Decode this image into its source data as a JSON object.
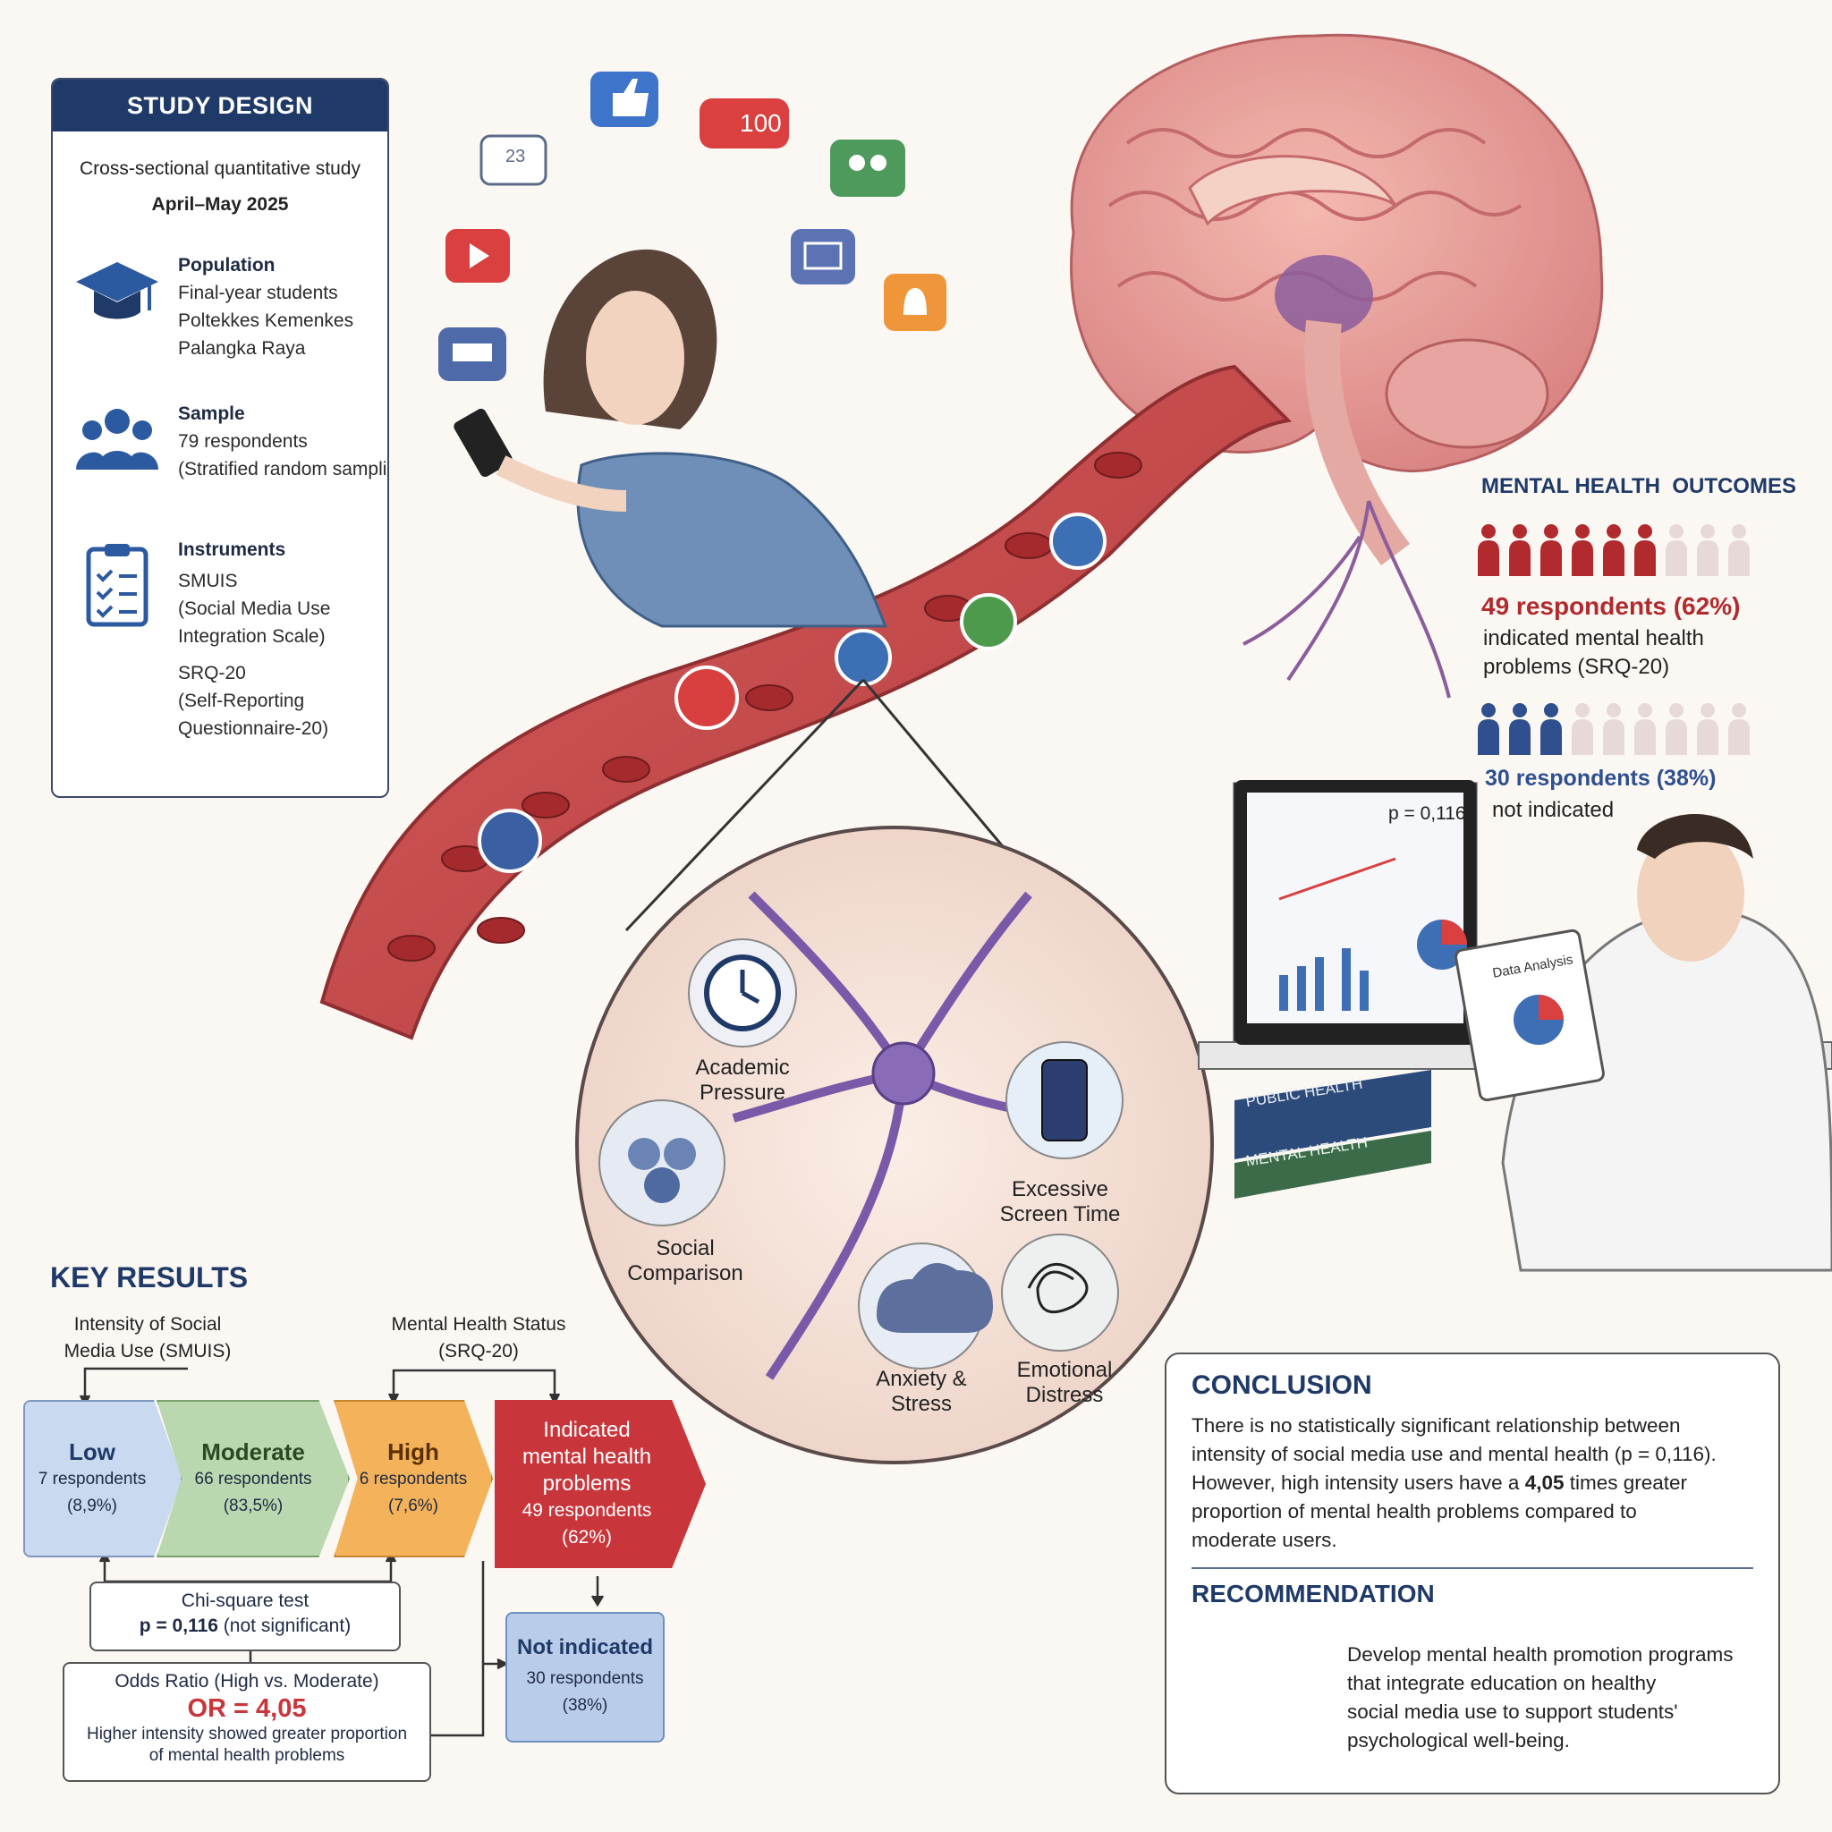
{
  "study_design": {
    "title": "STUDY DESIGN",
    "design_line1": "Cross-sectional quantitative study",
    "design_line2": "April–May 2025",
    "population": {
      "title": "Population",
      "lines": [
        "Final-year students",
        "Poltekkes Kemenkes",
        "Palangka Raya"
      ]
    },
    "sample": {
      "title": "Sample",
      "lines": [
        "79 respondents",
        "(Stratified random sampling)"
      ]
    },
    "instruments": {
      "title": "Instruments",
      "lines": [
        "SMUIS",
        "(Social Media Use",
        "Integration Scale)",
        "SRQ-20",
        "(Self-Reporting",
        "Questionnaire-20)"
      ]
    }
  },
  "social_icons": {
    "comments": "23",
    "likes": "100"
  },
  "mental_health_outcomes": {
    "title": "MENTAL HEALTH  OUTCOMES",
    "indicated": {
      "value": "49 respondents (62%)",
      "line1": "indicated mental health",
      "line2": "problems (SRQ-20)",
      "percent": 62
    },
    "not_indicated": {
      "value": "30 respondents (38%)",
      "line1": "not indicated",
      "percent": 38
    },
    "colors": {
      "indicated": "#b02a2e",
      "not_indicated": "#2f4f8f"
    }
  },
  "monitor": {
    "p_label": "p = 0,116"
  },
  "clipboard": {
    "label": "Data Analysis"
  },
  "books": [
    "PUBLIC HEALTH",
    "MENTAL HEALTH"
  ],
  "factors": {
    "academic": [
      "Academic",
      "Pressure"
    ],
    "social": [
      "Social",
      "Comparison"
    ],
    "screen": [
      "Excessive",
      "Screen Time"
    ],
    "anxiety": [
      "Anxiety &",
      "Stress"
    ],
    "distress": [
      "Emotional",
      "Distress"
    ]
  },
  "key_results": {
    "title": "KEY RESULTS",
    "smuis_label": [
      "Intensity of Social",
      "Media Use (SMUIS)"
    ],
    "srq_label": [
      "Mental Health Status",
      "(SRQ-20)"
    ],
    "low": {
      "name": "Low",
      "n": "7 respondents",
      "pct": "(8,9%)"
    },
    "moderate": {
      "name": "Moderate",
      "n": "66 respondents",
      "pct": "(83,5%)"
    },
    "high": {
      "name": "High",
      "n": "6 respondents",
      "pct": "(7,6%)"
    },
    "indicated": {
      "lines": [
        "Indicated",
        "mental health",
        "problems"
      ],
      "n": "49 respondents",
      "pct": "(62%)"
    },
    "not_indicated": {
      "name": "Not indicated",
      "n": "30 respondents",
      "pct": "(38%)"
    },
    "chi": {
      "title": "Chi-square test",
      "value": "p = 0,116",
      "note": "(not significant)"
    },
    "or": {
      "title": "Odds Ratio (High vs. Moderate)",
      "value": "OR = 4,05",
      "line1": "Higher intensity showed greater proportion",
      "line2": "of mental health problems"
    },
    "colors": {
      "low": "#c9d9ef",
      "moderate": "#b9d8b0",
      "high": "#f4b25a",
      "indicated": "#c8363b",
      "not_indicated": "#b9cdea"
    }
  },
  "conclusion": {
    "title": "CONCLUSION",
    "lines": [
      "There is no statistically significant relationship between",
      "intensity of social media use and mental health (p = 0,116).",
      "However, high intensity users have a ",
      "4,05",
      " times greater",
      "proportion of mental health problems compared to",
      "moderate users."
    ]
  },
  "recommendation": {
    "title": "RECOMMENDATION",
    "lines": [
      "Develop mental health promotion programs",
      "that integrate education on healthy",
      "social media use to support students'",
      "psychological well-being."
    ]
  }
}
